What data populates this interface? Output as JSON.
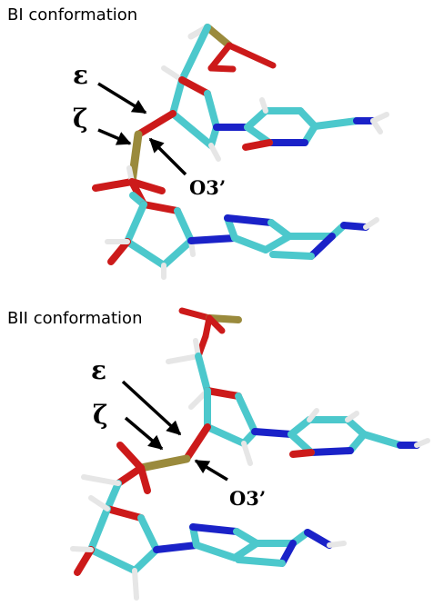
{
  "panels": [
    {
      "title": "BI conformation",
      "labels": {
        "epsilon": "ε",
        "zeta": "ζ",
        "o3": "O3’"
      }
    },
    {
      "title": "BII conformation",
      "labels": {
        "epsilon": "ε",
        "zeta": "ζ",
        "o3": "O3’"
      }
    }
  ],
  "colors": {
    "carbon": "#4cc8cc",
    "oxygen": "#cc1a1a",
    "nitrogen": "#1a22c8",
    "phosphorus": "#9a8a3c",
    "hydrogen": "#e6e6e6"
  }
}
